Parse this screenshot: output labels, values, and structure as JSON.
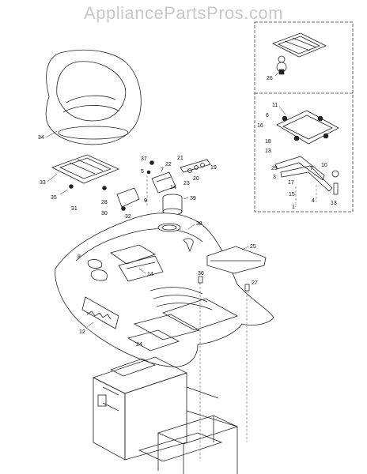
{
  "watermark": "AppliancePartsPros.com",
  "callouts": {
    "c1": "1",
    "c4": "4",
    "c5": "5",
    "c6": "6",
    "c7": "7",
    "c8": "8",
    "c9": "9",
    "c10": "10",
    "c11": "11",
    "c12": "12",
    "c13": "13",
    "c14": "14",
    "c15": "15",
    "c16": "16",
    "c17": "17",
    "c18": "18",
    "c19": "19",
    "c20": "20",
    "c21": "21",
    "c22": "22",
    "c23": "23",
    "c24": "24",
    "c25": "25",
    "c26": "26",
    "c27": "27",
    "c28": "28",
    "c29": "29",
    "c30": "30",
    "c31": "31",
    "c32": "32",
    "c33": "33",
    "c34": "34",
    "c35": "35",
    "c36": "36",
    "c37": "37",
    "c38": "38",
    "c39": "39"
  }
}
